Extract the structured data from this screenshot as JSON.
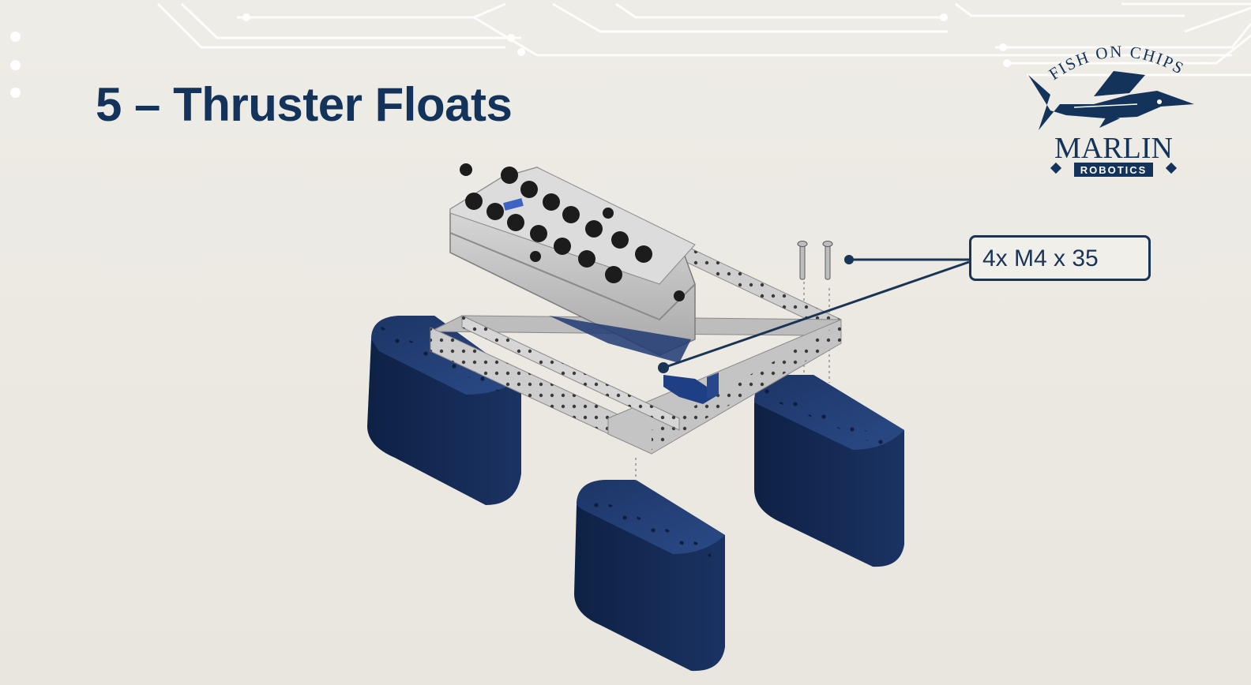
{
  "slide": {
    "title": "5 – Thruster Floats"
  },
  "logo": {
    "arc_text": "FISH ON CHIPS",
    "wordmark": "MARLIN",
    "subtitle": "ROBOTICS"
  },
  "callout": {
    "label": "4x M4 x 35"
  },
  "colors": {
    "background": "#ebe8e1",
    "title": "#13335a",
    "float_blue": "#13294f",
    "frame_grey": "#c9c9c9",
    "callout_border": "#1a3456"
  },
  "icons": {
    "logo_fish": "marlin-fish-icon",
    "screws": "m4-screw-icon"
  }
}
